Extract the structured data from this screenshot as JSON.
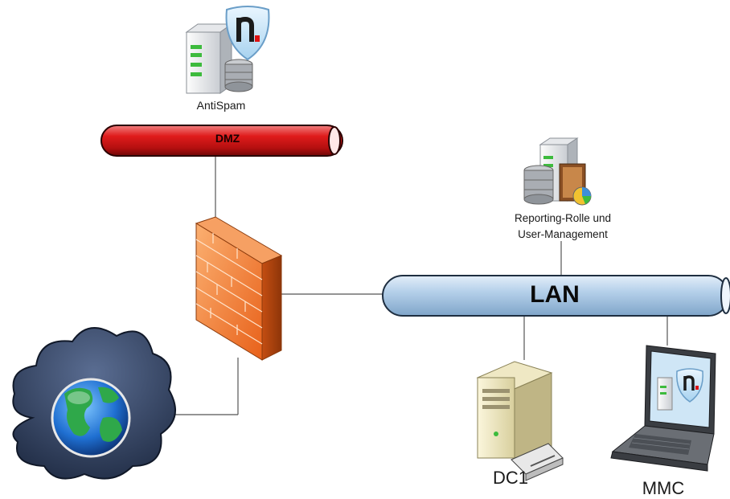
{
  "labels": {
    "antispam": "AntiSpam",
    "dmz": "DMZ",
    "reporting_line1": "Reporting-Rolle und",
    "reporting_line2": "User-Management",
    "lan": "LAN",
    "dc1": "DC1",
    "mmc": "MMC"
  },
  "icons": [
    "antispam-server-icon",
    "shield-logo-icon",
    "firewall-icon",
    "internet-cloud-icon",
    "globe-icon",
    "reporting-server-icon",
    "dc1-server-icon",
    "laptop-icon"
  ],
  "colors": {
    "dmz_pipe": "#d01818",
    "lan_pipe": "#a9c8e6",
    "firewall": "#f07a2a",
    "cloud": "#2e3e5c",
    "connector": "#555555"
  }
}
